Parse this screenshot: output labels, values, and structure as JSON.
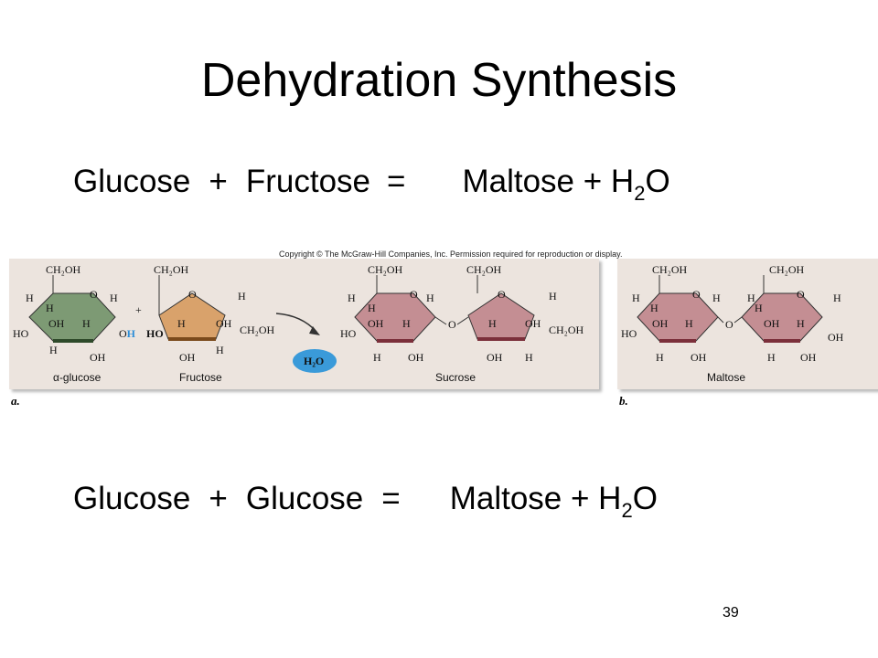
{
  "slide": {
    "title": "Dehydration Synthesis",
    "eq1": {
      "a": "Glucose",
      "plus": "+",
      "b": "Fructose",
      "eq": "=",
      "c": "Maltose + H",
      "sub": "2",
      "o": "O"
    },
    "eq2": {
      "a": "Glucose",
      "plus": "+",
      "b": "Glucose",
      "eq": "=",
      "c": "Maltose + H",
      "sub": "2",
      "o": "O"
    },
    "slide_number": "39"
  },
  "figure": {
    "copyright": "Copyright © The McGraw-Hill Companies, Inc. Permission required for reproduction or display.",
    "label_a": "a.",
    "label_b": "b.",
    "captions": {
      "glucose": "α-glucose",
      "fructose": "Fructose",
      "sucrose": "Sucrose",
      "maltose": "Maltose"
    },
    "water": "H₂O",
    "atoms": {
      "ch2oh": "CH₂OH",
      "h": "H",
      "o": "O",
      "oh": "OH",
      "ho": "HO",
      "plus": "+"
    },
    "colors": {
      "glucose": "#7d9a74",
      "fructose": "#d9a26b",
      "sucrose": "#c48e93",
      "maltose": "#c48e93",
      "water": "#3a9ad9",
      "highlight": "#2f8fd8"
    }
  }
}
